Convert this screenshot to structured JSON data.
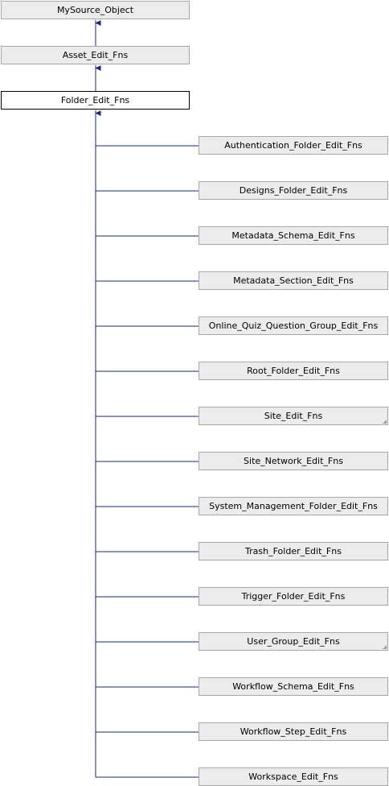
{
  "colors": {
    "edge": "#1a237e",
    "node_fill": "#ececec",
    "node_border": "#a8a8a8",
    "current_fill": "#ffffff",
    "current_border": "#000000"
  },
  "ancestors": [
    {
      "label": "MySource_Object"
    },
    {
      "label": "Asset_Edit_Fns"
    }
  ],
  "current": {
    "label": "Folder_Edit_Fns"
  },
  "children": [
    {
      "label": "Authentication_Folder_Edit_Fns",
      "has_more": false
    },
    {
      "label": "Designs_Folder_Edit_Fns",
      "has_more": false
    },
    {
      "label": "Metadata_Schema_Edit_Fns",
      "has_more": false
    },
    {
      "label": "Metadata_Section_Edit_Fns",
      "has_more": false
    },
    {
      "label": "Online_Quiz_Question_Group_Edit_Fns",
      "has_more": false
    },
    {
      "label": "Root_Folder_Edit_Fns",
      "has_more": false
    },
    {
      "label": "Site_Edit_Fns",
      "has_more": true
    },
    {
      "label": "Site_Network_Edit_Fns",
      "has_more": false
    },
    {
      "label": "System_Management_Folder_Edit_Fns",
      "has_more": false
    },
    {
      "label": "Trash_Folder_Edit_Fns",
      "has_more": false
    },
    {
      "label": "Trigger_Folder_Edit_Fns",
      "has_more": false
    },
    {
      "label": "User_Group_Edit_Fns",
      "has_more": true
    },
    {
      "label": "Workflow_Schema_Edit_Fns",
      "has_more": false
    },
    {
      "label": "Workflow_Step_Edit_Fns",
      "has_more": false
    },
    {
      "label": "Workspace_Edit_Fns",
      "has_more": false
    }
  ]
}
